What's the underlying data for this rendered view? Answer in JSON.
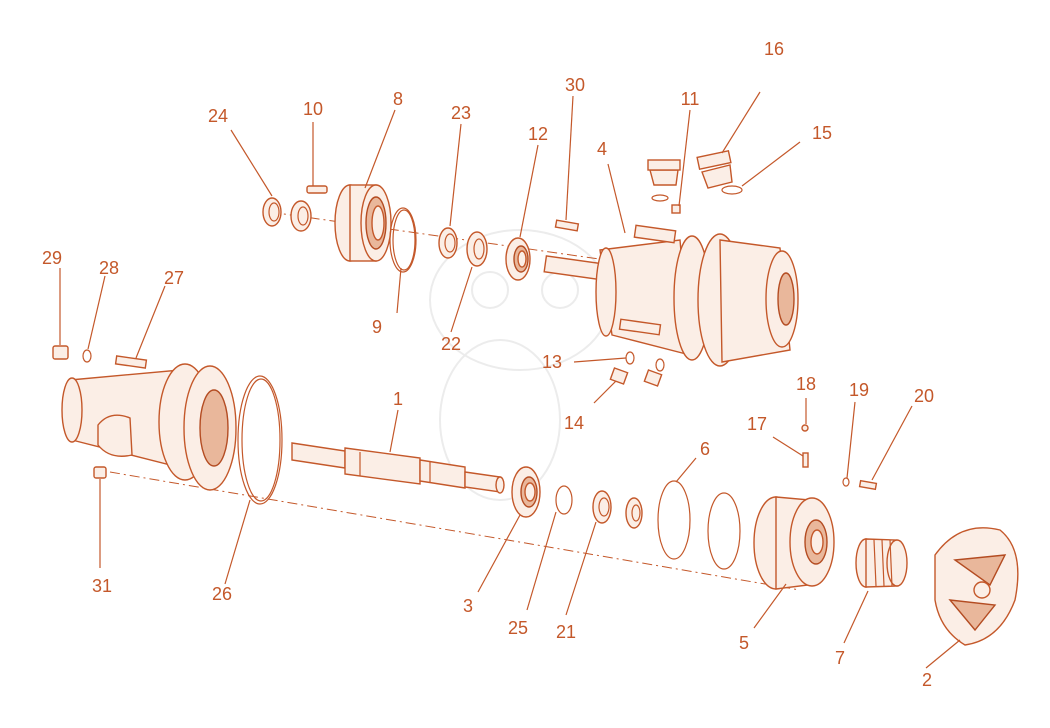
{
  "accent_color": "#c4582a",
  "callouts": [
    "1",
    "2",
    "3",
    "4",
    "5",
    "6",
    "7",
    "8",
    "9",
    "10",
    "11",
    "12",
    "13",
    "14",
    "15",
    "16",
    "17",
    "18",
    "19",
    "20",
    "21",
    "22",
    "23",
    "24",
    "25",
    "26",
    "27",
    "28",
    "29",
    "30",
    "31"
  ]
}
